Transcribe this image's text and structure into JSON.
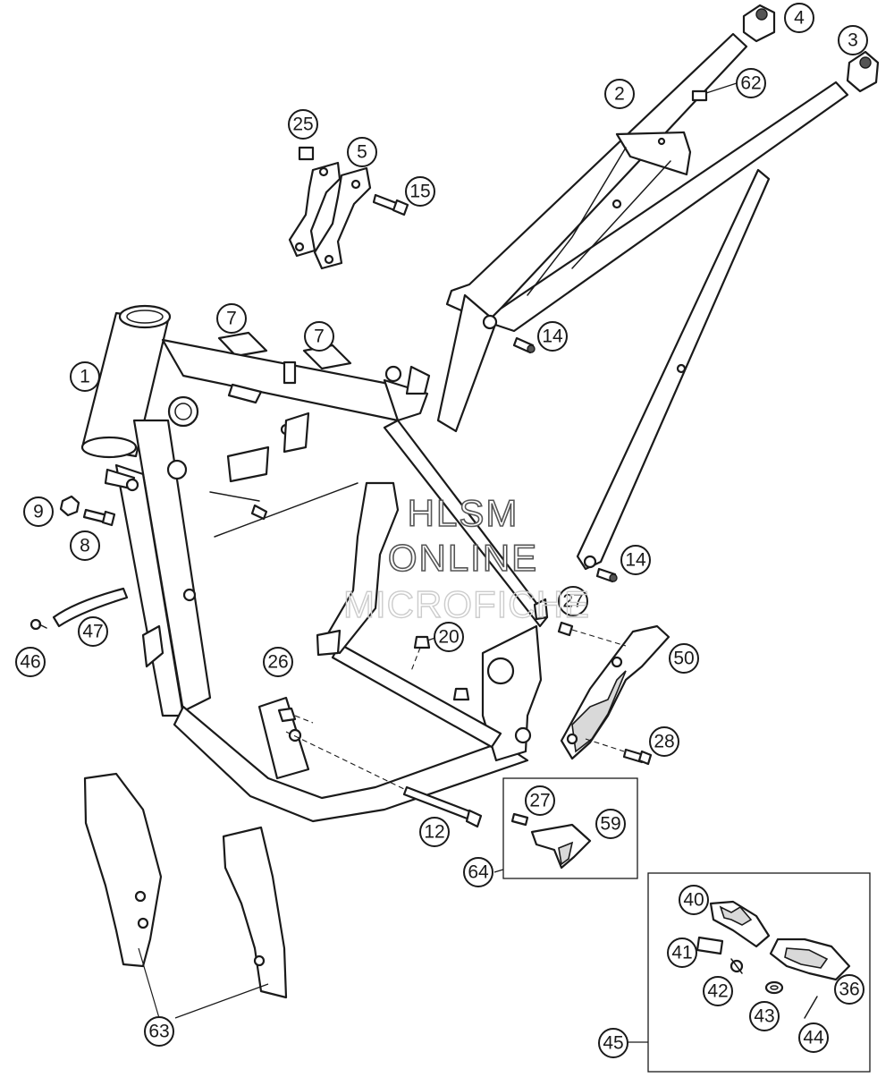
{
  "watermark": {
    "line1": "HLSM",
    "line2": "ONLINE",
    "line3": "MICROFICHE"
  },
  "callouts": [
    "1",
    "2",
    "3",
    "4",
    "5",
    "7",
    "7",
    "8",
    "9",
    "12",
    "14",
    "14",
    "15",
    "20",
    "25",
    "26",
    "27",
    "27",
    "28",
    "36",
    "40",
    "41",
    "42",
    "43",
    "44",
    "45",
    "46",
    "47",
    "50",
    "59",
    "62",
    "63",
    "64"
  ]
}
